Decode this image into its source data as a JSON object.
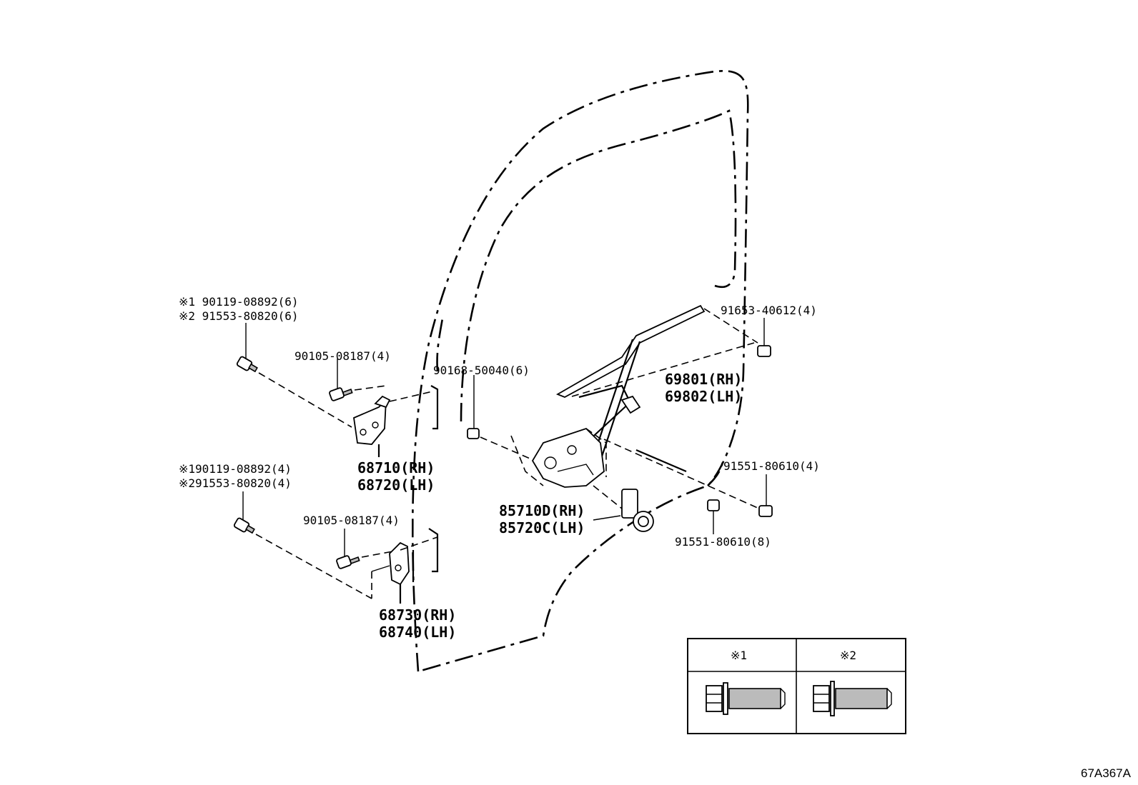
{
  "labels": {
    "bolt_upper_1": "※1 90119-08892(6)",
    "bolt_upper_2": "※2 91553-80820(6)",
    "bolt_lower_1": "※190119-08892(4)",
    "bolt_lower_2": "※291553-80820(4)",
    "screw_upper": "90105-08187(4)",
    "screw_lower": "90105-08187(4)",
    "nut_90168": "90168-50040(6)",
    "bolt_91653": "91653-40612(4)",
    "regulator_rh": "69801(RH)",
    "regulator_lh": "69802(LH)",
    "bolt_91551_a": "91551-80610(4)",
    "bolt_91551_b": "91551-80610(8)",
    "motor_rh": "85710D(RH)",
    "motor_lh": "85720C(LH)",
    "hinge_upper_rh": "68710(RH)",
    "hinge_upper_lh": "68720(LH)",
    "hinge_lower_rh": "68730(RH)",
    "hinge_lower_lh": "68740(LH)"
  },
  "legend": {
    "col1": "※1",
    "col2": "※2"
  },
  "diagram_code": "67A367A"
}
